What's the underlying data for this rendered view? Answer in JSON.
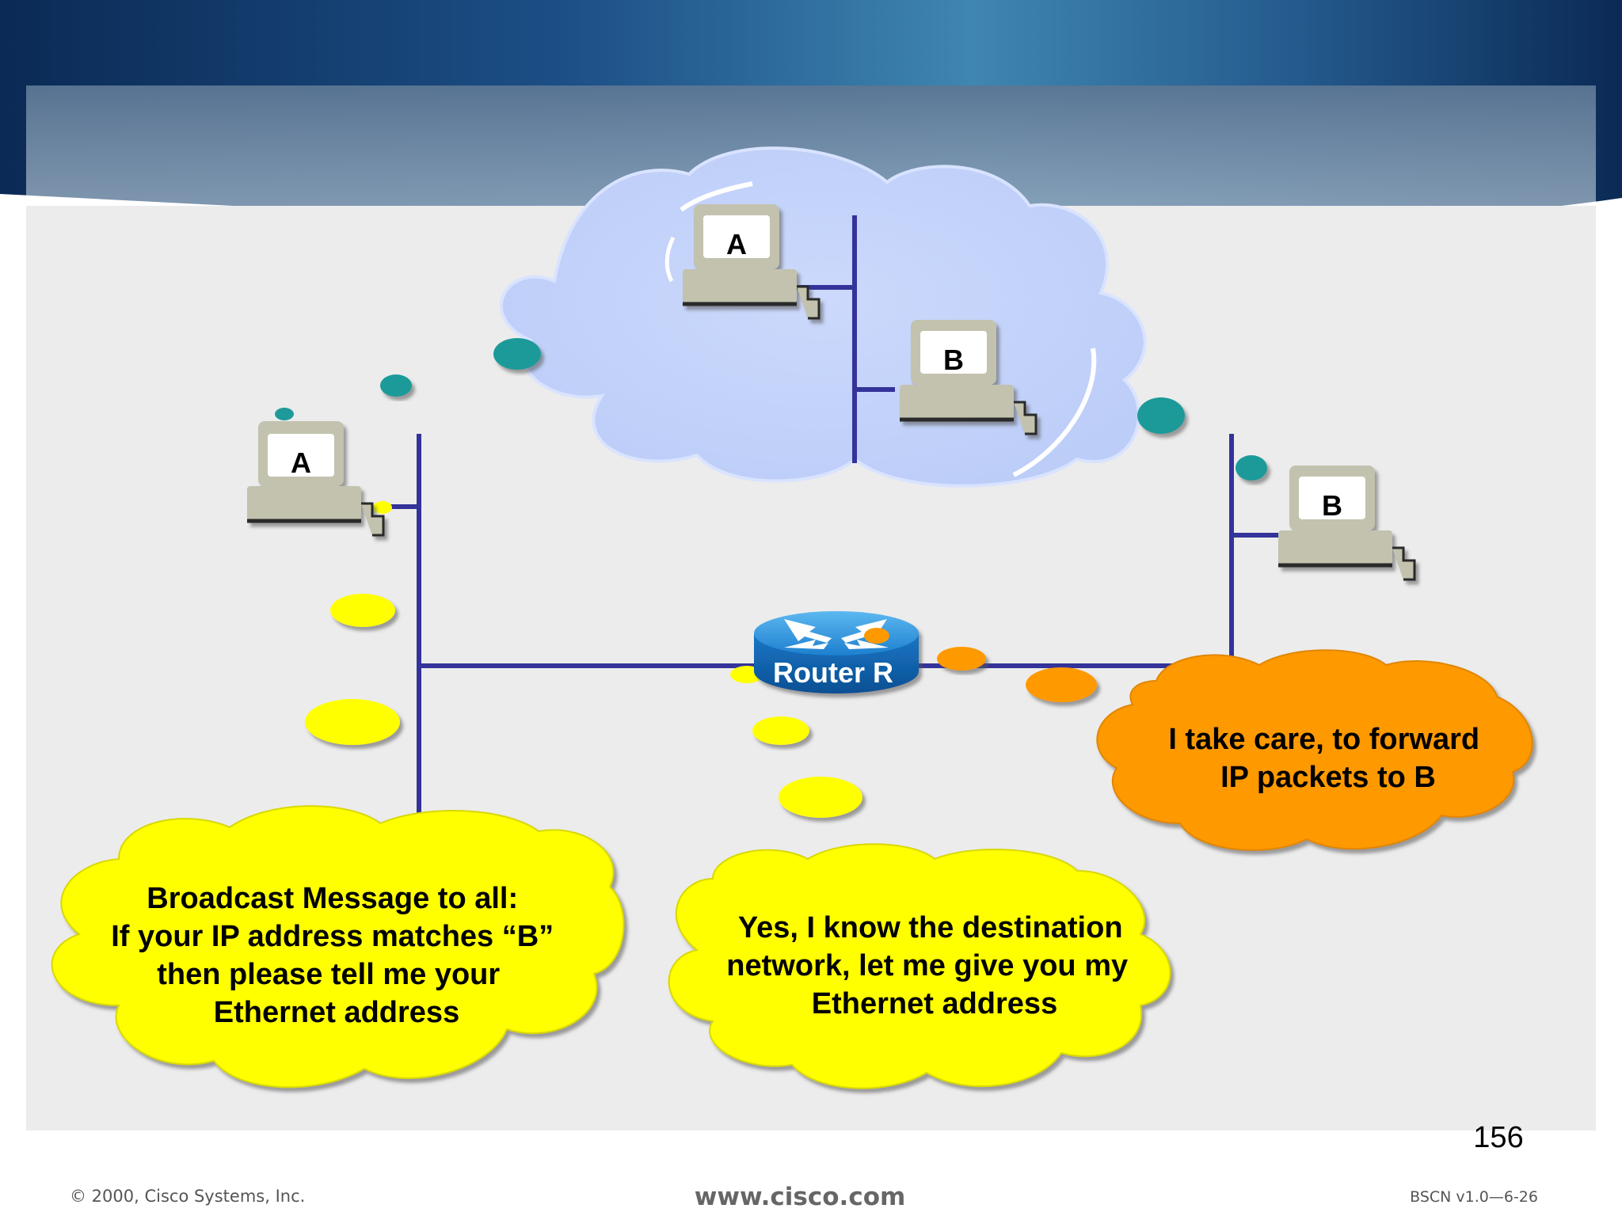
{
  "diagram": {
    "router_label": "Router R",
    "hosts": {
      "remote_a": "A",
      "remote_b": "B",
      "local_a": "A",
      "local_b": "B"
    },
    "bubbles": {
      "broadcast": [
        "Broadcast Message to all:",
        "If your IP address matches “B”",
        "then please tell me your",
        "Ethernet address"
      ],
      "router_reply": [
        "Yes, I know the destination",
        "network, let me give you my",
        "Ethernet address"
      ],
      "forward": [
        "I take care, to forward",
        "IP packets to B"
      ]
    }
  },
  "footer": {
    "page_number": "156",
    "copyright": "© 2000, Cisco Systems, Inc.",
    "website": "www.cisco.com",
    "course_code": "BSCN v1.0—6-26"
  },
  "colors": {
    "network_line": "#33339a",
    "yellow_bubble": "#ffff00",
    "orange_bubble": "#ff9900",
    "cloud": "#c6d4fa",
    "teal_dot": "#1f9a9a",
    "router": "#1e88d2"
  }
}
